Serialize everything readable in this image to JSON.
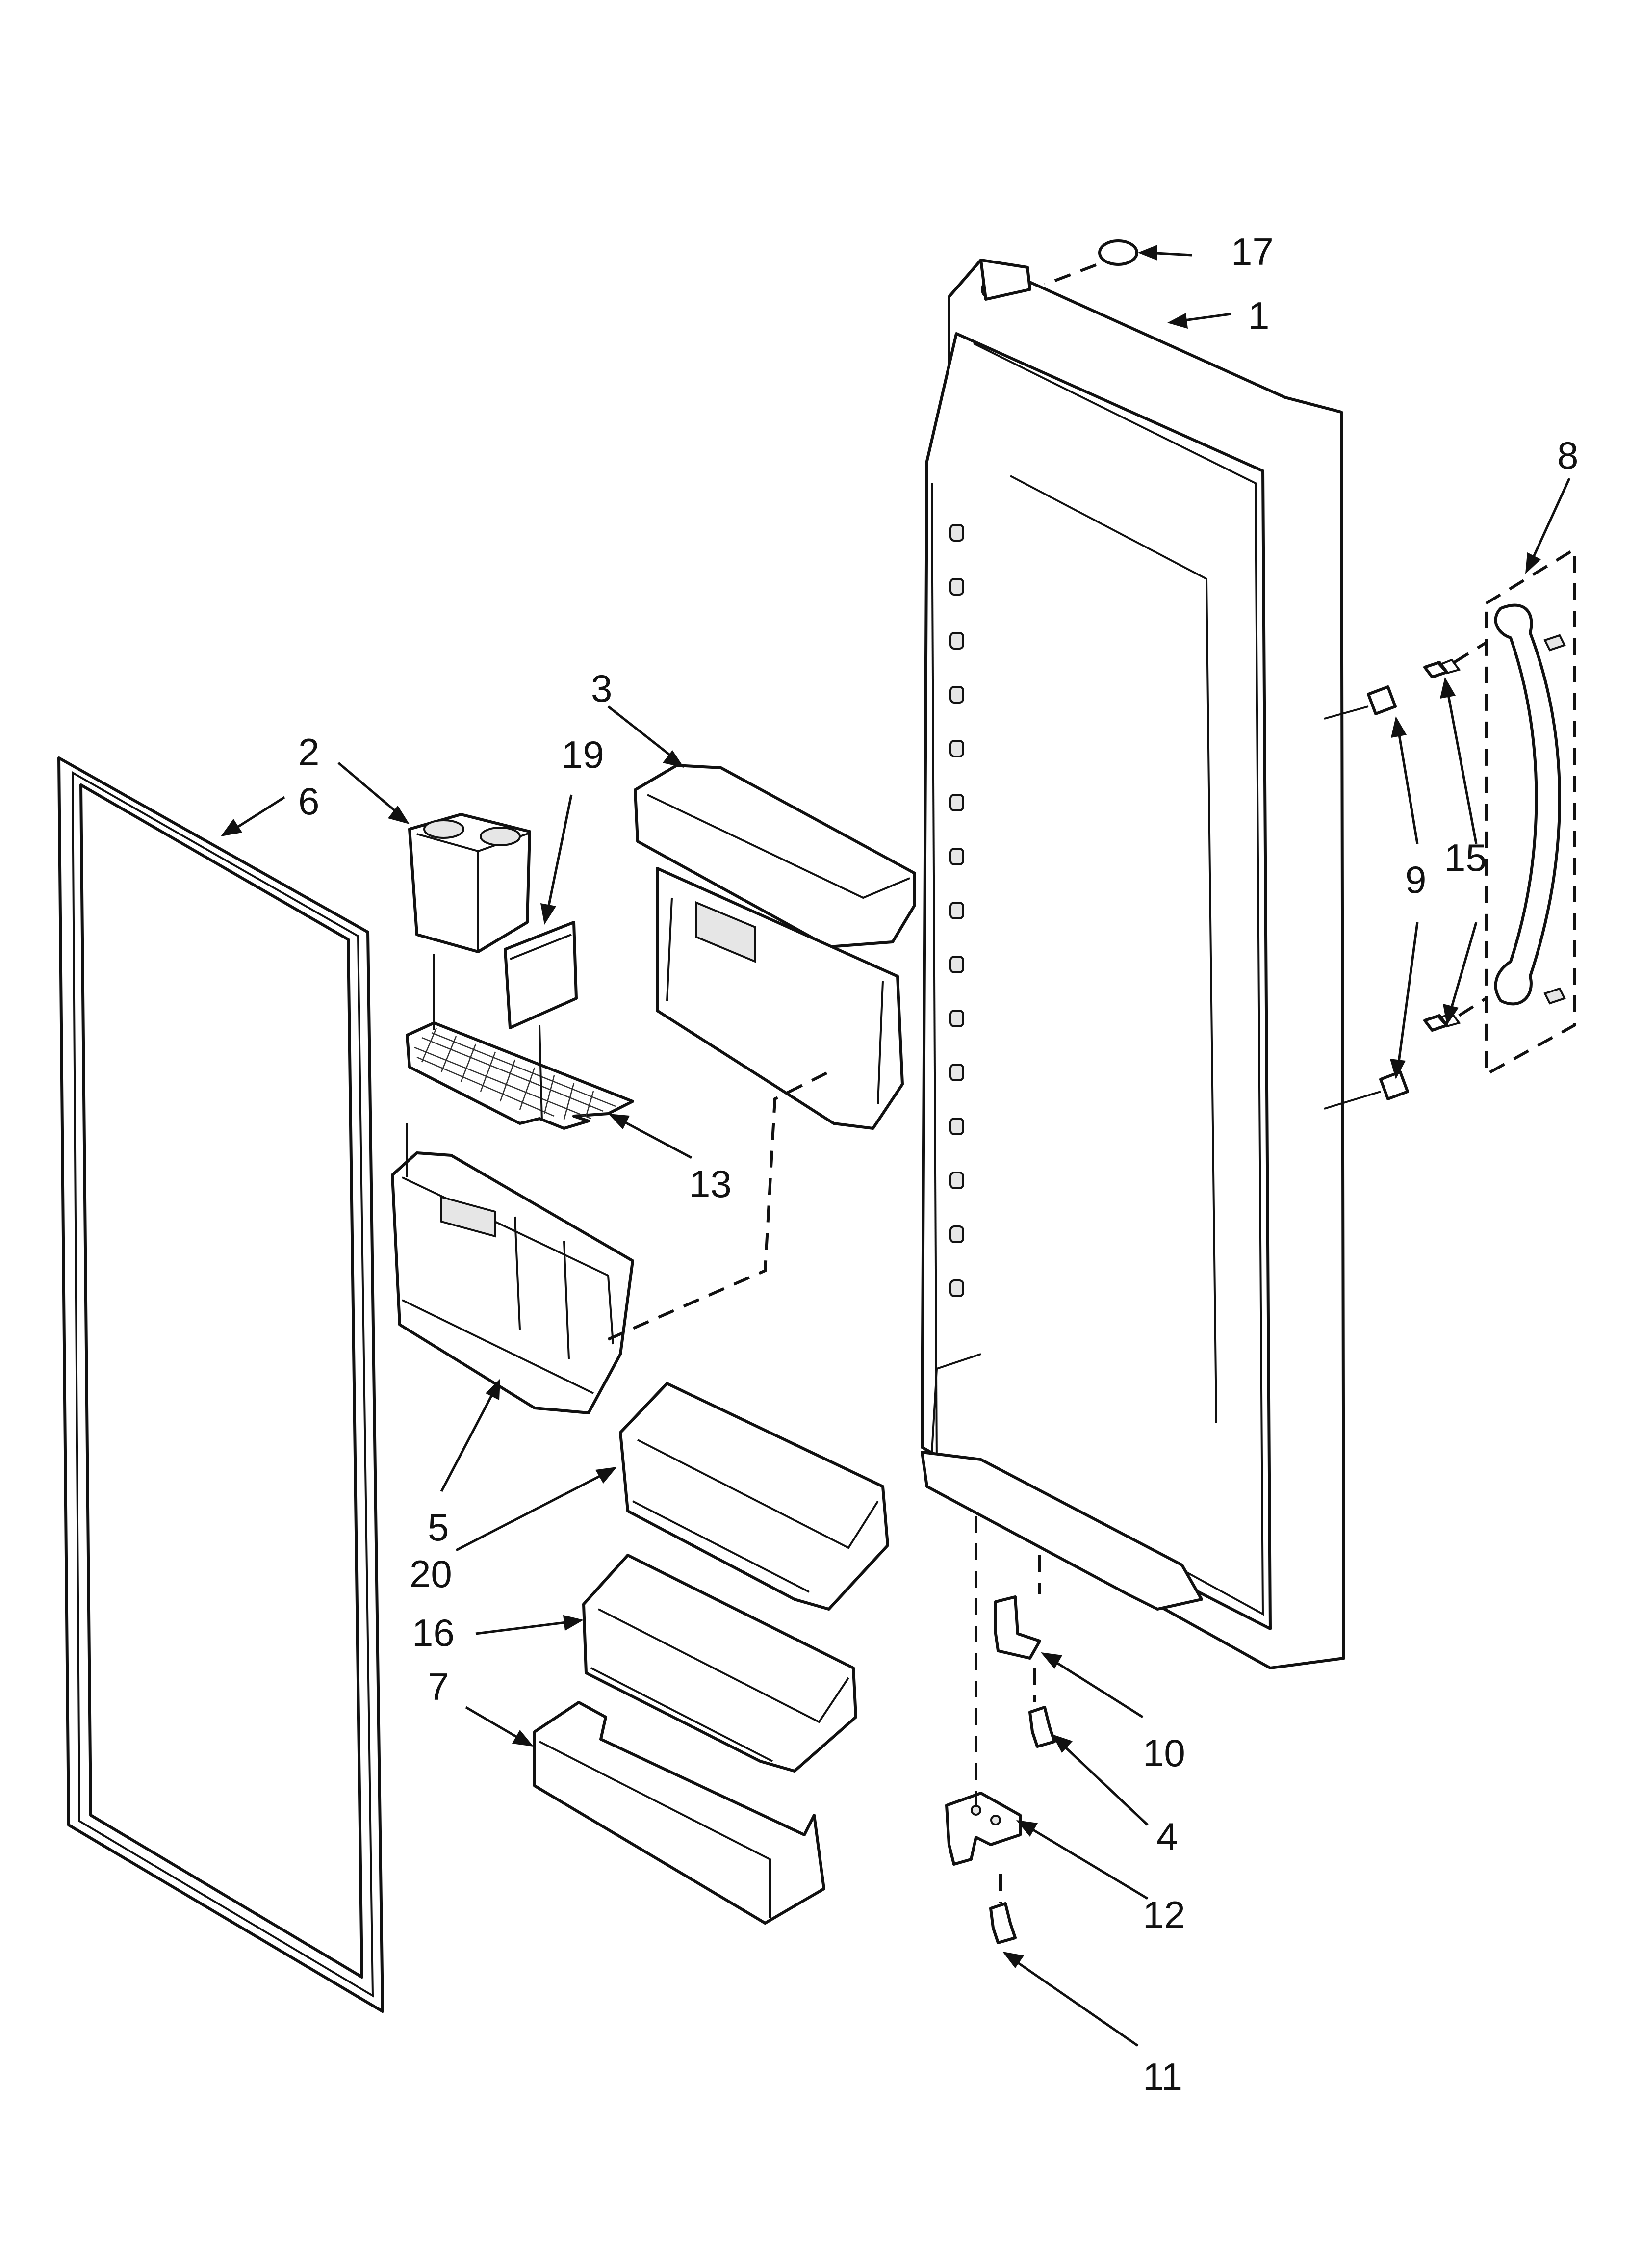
{
  "diagram": {
    "callouts": [
      "1",
      "2",
      "3",
      "4",
      "5",
      "6",
      "7",
      "8",
      "9",
      "10",
      "11",
      "12",
      "13",
      "15",
      "16",
      "17",
      "19",
      "20"
    ]
  }
}
